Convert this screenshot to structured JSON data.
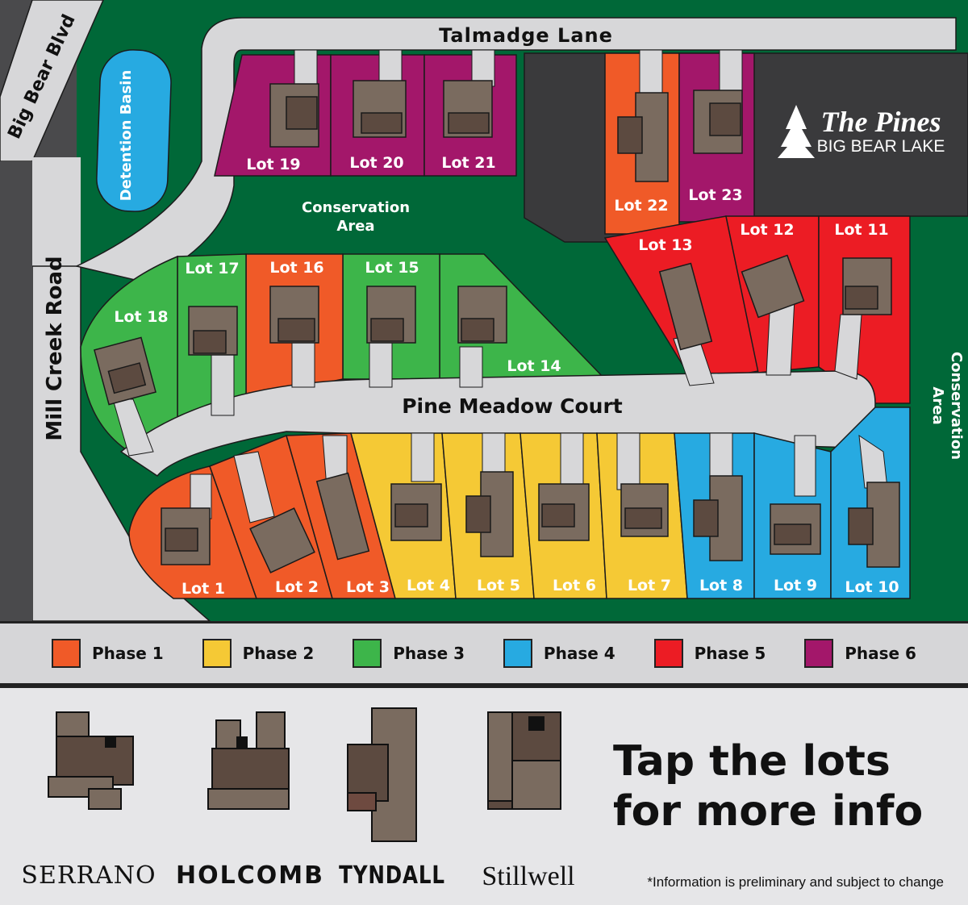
{
  "map": {
    "streets": {
      "talmadge": "Talmadge Lane",
      "bigbear": "Big Bear Blvd",
      "millcreek": "Mill Creek Road",
      "pinemeadow": "Pine Meadow Court"
    },
    "areas": {
      "detention": "Detention Basin",
      "conservation_top_1": "Conservation",
      "conservation_top_2": "Area",
      "conservation_right_1": "Conservation",
      "conservation_right_2": "Area"
    },
    "brand": {
      "name": "The Pines",
      "sub": "BIG BEAR LAKE"
    },
    "lots": [
      {
        "label": "Lot 1",
        "phase": 1
      },
      {
        "label": "Lot 2",
        "phase": 1
      },
      {
        "label": "Lot 3",
        "phase": 1
      },
      {
        "label": "Lot 4",
        "phase": 2
      },
      {
        "label": "Lot 5",
        "phase": 2
      },
      {
        "label": "Lot 6",
        "phase": 2
      },
      {
        "label": "Lot 7",
        "phase": 2
      },
      {
        "label": "Lot 8",
        "phase": 4
      },
      {
        "label": "Lot 9",
        "phase": 4
      },
      {
        "label": "Lot 10",
        "phase": 4
      },
      {
        "label": "Lot 11",
        "phase": 5
      },
      {
        "label": "Lot 12",
        "phase": 5
      },
      {
        "label": "Lot 13",
        "phase": 5
      },
      {
        "label": "Lot 14",
        "phase": 3
      },
      {
        "label": "Lot 15",
        "phase": 3
      },
      {
        "label": "Lot 16",
        "phase": 1
      },
      {
        "label": "Lot 17",
        "phase": 3
      },
      {
        "label": "Lot 18",
        "phase": 3
      },
      {
        "label": "Lot 19",
        "phase": 6
      },
      {
        "label": "Lot 20",
        "phase": 6
      },
      {
        "label": "Lot 21",
        "phase": 6
      },
      {
        "label": "Lot 22",
        "phase": 1
      },
      {
        "label": "Lot 23",
        "phase": 6
      }
    ]
  },
  "legend": [
    {
      "label": "Phase 1",
      "color": "#f05a28"
    },
    {
      "label": "Phase 2",
      "color": "#f5c935"
    },
    {
      "label": "Phase 3",
      "color": "#3db54a"
    },
    {
      "label": "Phase 4",
      "color": "#27aae1"
    },
    {
      "label": "Phase 5",
      "color": "#ec1c24"
    },
    {
      "label": "Phase 6",
      "color": "#a3176a"
    }
  ],
  "models": {
    "serrano": "SERRANO",
    "holcomb": "HOLCOMB",
    "tyndall": "TYNDALL",
    "stillwell": "Stillwell"
  },
  "cta": {
    "line1": "Tap the lots",
    "line2": "for more info"
  },
  "note": "*Information is preliminary and subject to change",
  "colors": {
    "background": "#006838",
    "dark_block": "#3a3a3c",
    "road": "#d7d7d9",
    "basin": "#27aae1"
  }
}
